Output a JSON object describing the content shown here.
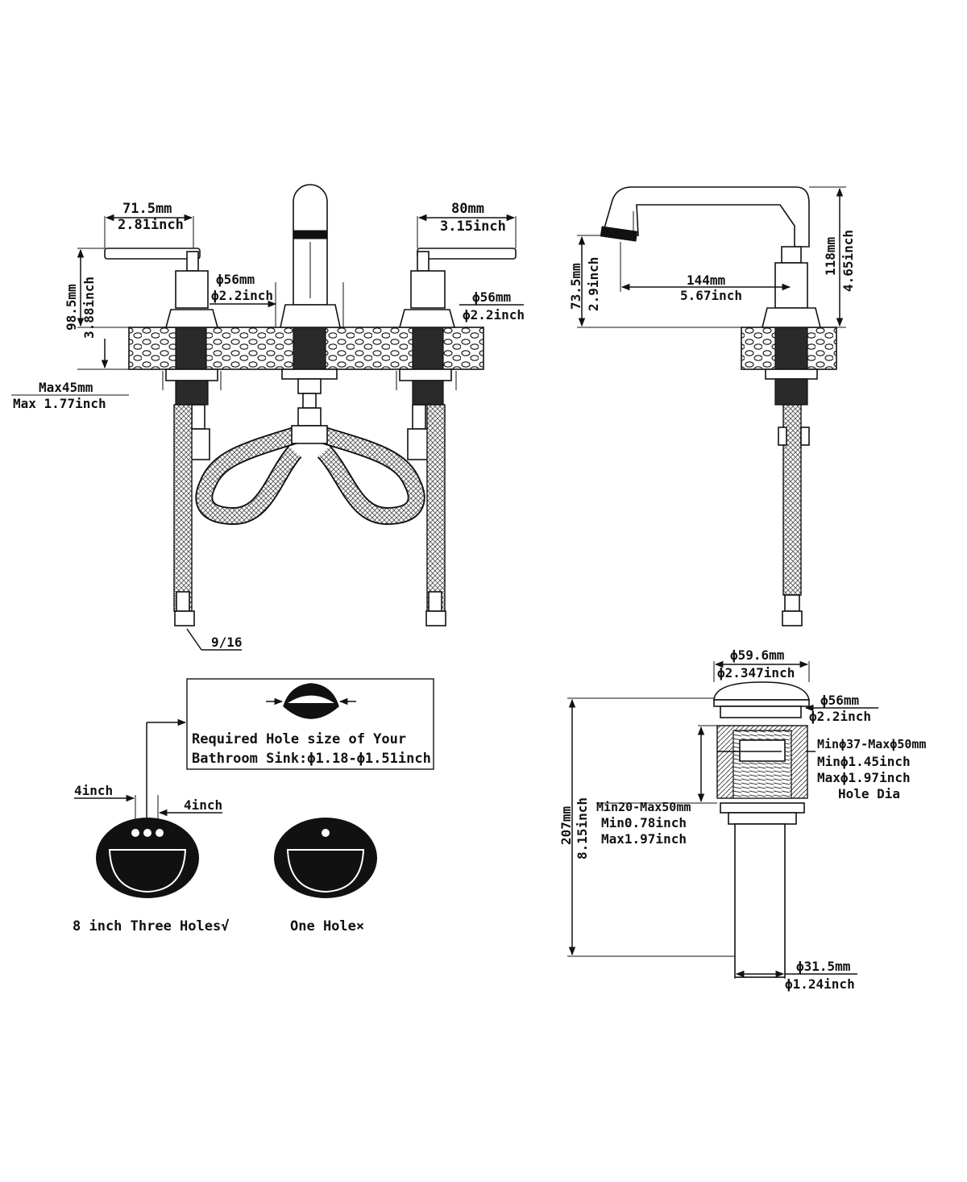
{
  "front_view": {
    "dims": {
      "handle_left_mm": "71.5mm",
      "handle_left_in": "2.81inch",
      "handle_right_mm": "80mm",
      "handle_right_in": "3.15inch",
      "base_center_mm": "ϕ56mm",
      "base_center_in": "ϕ2.2inch",
      "base_right_mm": "ϕ56mm",
      "base_right_in": "ϕ2.2inch",
      "height_mm": "98.5mm",
      "height_in": "3.88inch",
      "deck_mm": "Max45mm",
      "deck_in": "Max 1.77inch",
      "nut": "9/16"
    }
  },
  "side_view": {
    "dims": {
      "reach_mm": "144mm",
      "reach_in": "5.67inch",
      "spout_height_mm": "73.5mm",
      "spout_height_in": "2.9inch",
      "total_height_mm": "118mm",
      "total_height_in": "4.65inch"
    }
  },
  "hole_guide": {
    "note_line1": "Required Hole size of Your",
    "note_line2": "Bathroom Sink:ϕ1.18-ϕ1.51inch",
    "spacing_left": "4inch",
    "spacing_right": "4inch",
    "three_holes_label": "8 inch Three Holes√",
    "one_hole_label": "One Hole×"
  },
  "drain": {
    "cap_mm": "ϕ59.6mm",
    "cap_in": "ϕ2.347inch",
    "flange_mm": "ϕ56mm",
    "flange_in": "ϕ2.2inch",
    "hole_mm": "Minϕ37-Maxϕ50mm",
    "hole_min_in": "Minϕ1.45inch",
    "hole_max_in": "Maxϕ1.97inch",
    "hole_caption": "Hole Dia",
    "thick_mm": "Min20-Max50mm",
    "thick_min_in": "Min0.78inch",
    "thick_max_in": "Max1.97inch",
    "length_mm": "207mm",
    "length_in": "8.15inch",
    "pipe_mm": "ϕ31.5mm",
    "pipe_in": "ϕ1.24inch"
  }
}
